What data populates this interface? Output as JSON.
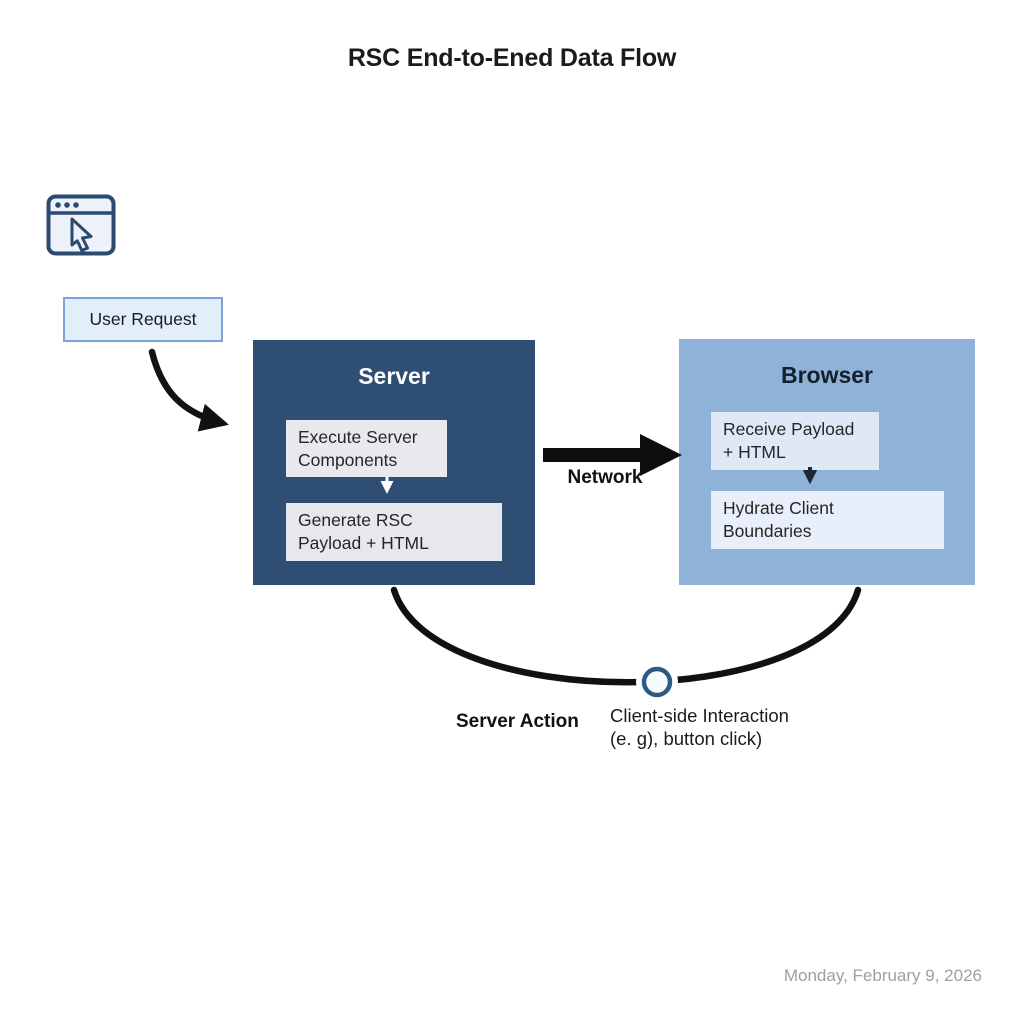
{
  "title": "RSC End-to-Ened Data Flow",
  "user_request": {
    "label": "User Request"
  },
  "server": {
    "title": "Server",
    "steps": [
      "Execute Server\nComponents",
      "Generate RSC\nPayload + HTML"
    ]
  },
  "browser": {
    "title": "Browser",
    "steps": [
      "Receive Payload\n+ HTML",
      "Hydrate Client\nBoundaries"
    ]
  },
  "labels": {
    "network": "Network",
    "server_action": "Server Action",
    "client_interaction_line1": "Client-side Interaction",
    "client_interaction_line2": "(e. g), button click)"
  },
  "footer": {
    "date": "Monday, February 9, 2026"
  },
  "icons": {
    "browser_window": "browser-window-icon",
    "cursor": "cursor-icon",
    "interaction_point": "interaction-circle-icon",
    "flow_arrows": [
      "user-to-server-arrow",
      "network-arrow",
      "server-internal-arrow",
      "browser-internal-arrow",
      "action-return-curve"
    ]
  },
  "colors": {
    "server_bg": "#2F4E74",
    "browser_bg": "#8FB2D9",
    "server_step_bg": "#E8E9EE",
    "browser_step1_bg": "#DFE9F6",
    "browser_step2_bg": "#E8EFFA",
    "user_request_bg": "#E3EEFB",
    "user_request_border": "#79A4D8",
    "arrow_black": "#111111",
    "icon_stroke": "#2B4A6E",
    "interaction_circle_stroke": "#2D5A85",
    "date_gray": "#9DA0A3"
  }
}
